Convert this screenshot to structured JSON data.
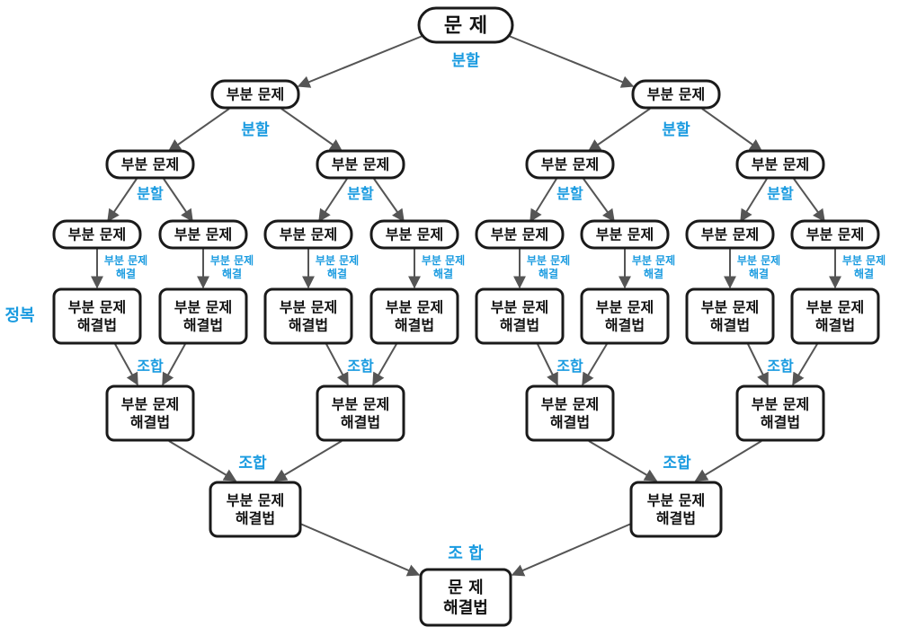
{
  "colors": {
    "label": "#1a9be0",
    "box_stroke": "#1a1a1a",
    "edge": "#555555"
  },
  "root": {
    "line1": "문 제"
  },
  "subproblem_label": "부분 문제",
  "solution": {
    "line1": "부분 문제",
    "line2": "해결법"
  },
  "final": {
    "line1": "문 제",
    "line2": "해결법"
  },
  "labels": {
    "divide": "분할",
    "conquer": "정복",
    "solve_line1": "부분 문제",
    "solve_line2": "해결",
    "combine": "조합",
    "combine_final": "조 합"
  }
}
